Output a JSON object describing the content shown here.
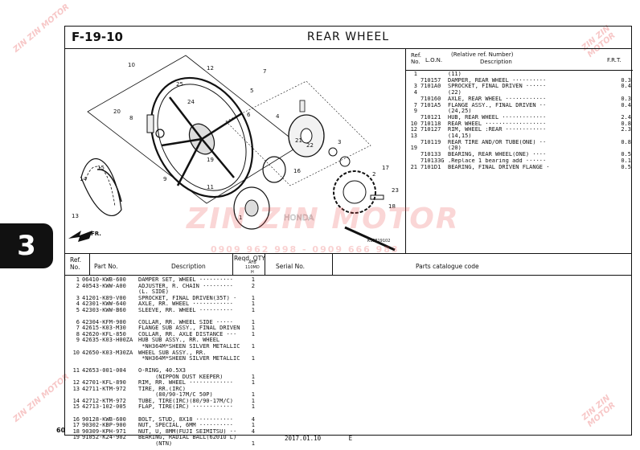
{
  "header": {
    "code": "F-19-10",
    "title": "REAR WHEEL"
  },
  "ref_table": {
    "col_ref": "Ref.\nNo.",
    "col_lon": "L.O.N.",
    "col_desc_top": "(Relative ref. Number)",
    "col_desc": "Description",
    "col_frt": "F.R.T.",
    "rows": [
      {
        "ref": "1",
        "lon": "",
        "desc": "(11)",
        "frt": ""
      },
      {
        "ref": "",
        "lon": "710157",
        "desc": "DAMPER, REAR WHEEL ··········",
        "frt": "0.3"
      },
      {
        "ref": "3",
        "lon": "7101A0",
        "desc": "SPROCKET, FINAL DRIVEN ······",
        "frt": "0.4"
      },
      {
        "ref": "4",
        "lon": "",
        "desc": "(22)",
        "frt": ""
      },
      {
        "ref": "",
        "lon": "710160",
        "desc": "AXLE, REAR WHEEL ············",
        "frt": "0.3"
      },
      {
        "ref": "7",
        "lon": "7101A5",
        "desc": "FLANGE ASSY., FINAL DRIVEN ··",
        "frt": "0.4"
      },
      {
        "ref": "9",
        "lon": "",
        "desc": "(24,25)",
        "frt": ""
      },
      {
        "ref": "",
        "lon": "710121",
        "desc": "HUB, REAR WHEEL ·············",
        "frt": "2.4"
      },
      {
        "ref": "10",
        "lon": "710118",
        "desc": "REAR WHEEL ··················",
        "frt": "0.8"
      },
      {
        "ref": "12",
        "lon": "710127",
        "desc": "RIM, WHEEL :REAR ············",
        "frt": "2.3"
      },
      {
        "ref": "13",
        "lon": "",
        "desc": "(14,15)",
        "frt": ""
      },
      {
        "ref": "",
        "lon": "710119",
        "desc": "REAR TIRE AND/OR TUBE(ONE) ··",
        "frt": "0.8"
      },
      {
        "ref": "19",
        "lon": "",
        "desc": "(20)",
        "frt": ""
      },
      {
        "ref": "",
        "lon": "710133",
        "desc": "BEARING, REAR WHEEL(ONE) ····",
        "frt": "0.5"
      },
      {
        "ref": "",
        "lon": "710133G",
        "desc": ".Replace 1 bearing add ······",
        "frt": "0.1"
      },
      {
        "ref": "21",
        "lon": "7101D1",
        "desc": "BEARING, FINAL DRIVEN FLANGE ·",
        "frt": "0.5"
      }
    ]
  },
  "parts_table": {
    "col_ref": "Ref.\nNo.",
    "col_part": "Part No.",
    "col_desc": "Description",
    "col_qty_top": "Reqd. QTY",
    "col_qty_sub": "AFB\n110MD\nH",
    "col_serial": "Serial No.",
    "col_catalog": "Parts catalogue code",
    "rows": [
      {
        "ref": "1",
        "part": "06410-KWB-600",
        "desc": "DAMPER SET, WHEEL ··········",
        "qty": "1"
      },
      {
        "ref": "2",
        "part": "40543-KWW-A00",
        "desc": "ADJUSTER, R. CHAIN ·········",
        "qty": "2"
      },
      {
        "ref": "",
        "part": "",
        "desc": "(L. SIDE)",
        "qty": ""
      },
      {
        "ref": "3",
        "part": "41201-K89-V00",
        "desc": "SPROCKET, FINAL DRIVEN(35T) ·",
        "qty": "1"
      },
      {
        "ref": "4",
        "part": "42301-KWW-640",
        "desc": "AXLE, RR. WHEEL ············",
        "qty": "1"
      },
      {
        "ref": "5",
        "part": "42303-KWW-B60",
        "desc": "SLEEVE, RR. WHEEL ··········",
        "qty": "1"
      },
      {
        "ref": "",
        "part": "",
        "desc": "",
        "qty": ""
      },
      {
        "ref": "6",
        "part": "42304-KFM-900",
        "desc": "COLLAR, RR. WHEEL SIDE ·····",
        "qty": "1"
      },
      {
        "ref": "7",
        "part": "42615-K03-M30",
        "desc": "FLANGE SUB ASSY., FINAL DRIVEN",
        "qty": "1"
      },
      {
        "ref": "8",
        "part": "42620-KFL-850",
        "desc": "COLLAR, RR. AXLE DISTANCE ···",
        "qty": "1"
      },
      {
        "ref": "9",
        "part": "42635-K03-H00ZA",
        "desc": "HUB SUB ASSY., RR. WHEEL",
        "qty": ""
      },
      {
        "ref": "",
        "part": "",
        "desc": " *NH364M*SHEEN SILVER METALLIC",
        "qty": "1"
      },
      {
        "ref": "10",
        "part": "42650-K03-M30ZA",
        "desc": "WHEEL SUB ASSY., RR.",
        "qty": ""
      },
      {
        "ref": "",
        "part": "",
        "desc": " *NH364M*SHEEN SILVER METALLIC",
        "qty": "1"
      },
      {
        "ref": "",
        "part": "",
        "desc": "",
        "qty": ""
      },
      {
        "ref": "11",
        "part": "42653-001-004",
        "desc": "O-RING, 40.5X3",
        "qty": ""
      },
      {
        "ref": "",
        "part": "",
        "desc": "     (NIPPON DUST KEEPER)",
        "qty": "1"
      },
      {
        "ref": "12",
        "part": "42701-KFL-890",
        "desc": "RIM, RR. WHEEL ·············",
        "qty": "1"
      },
      {
        "ref": "13",
        "part": "42711-KTM-972",
        "desc": "TIRE, RR.(IRC)",
        "qty": ""
      },
      {
        "ref": "",
        "part": "",
        "desc": "     (80/90-17M/C 50P)",
        "qty": "1"
      },
      {
        "ref": "14",
        "part": "42712-KTM-972",
        "desc": "TUBE, TIRE(IRC)(80/90-17M/C)",
        "qty": "1"
      },
      {
        "ref": "15",
        "part": "42713-102-005",
        "desc": "FLAP, TIRE(IRC) ············",
        "qty": "1"
      },
      {
        "ref": "",
        "part": "",
        "desc": "",
        "qty": ""
      },
      {
        "ref": "16",
        "part": "90128-KWB-600",
        "desc": "BOLT, STUD, 8X18 ···········",
        "qty": "4"
      },
      {
        "ref": "17",
        "part": "90302-KBP-900",
        "desc": "NUT, SPECIAL, 6MM ··········",
        "qty": "1"
      },
      {
        "ref": "18",
        "part": "90309-KPH-971",
        "desc": "NUT, U, 8MM(FUJI SEIMITSU) ··",
        "qty": "4"
      },
      {
        "ref": "19",
        "part": "91052-K24-902",
        "desc": "BEARING, RADIAL BALL(6201U L)",
        "qty": ""
      },
      {
        "ref": "",
        "part": "",
        "desc": "     (NTN)",
        "qty": "1"
      }
    ]
  },
  "diagram": {
    "callouts": [
      "10",
      "25",
      "12",
      "24",
      "20",
      "8",
      "7",
      "5",
      "6",
      "4",
      "3",
      "2",
      "17",
      "21",
      "22",
      "16",
      "19",
      "15",
      "14",
      "13",
      "9",
      "11",
      "1",
      "23",
      "18"
    ],
    "fr_label": "FR.",
    "drawing_code": "KSSF19102",
    "brand_mark": "HONDA"
  },
  "footer": {
    "page": "60",
    "date": "2017.01.10",
    "edition": "E"
  },
  "side_tab": {
    "section": "3"
  },
  "watermark": {
    "brand": "ZIN ZIN MOTOR",
    "phone": "0909 962 998 - 0909 666 983"
  }
}
